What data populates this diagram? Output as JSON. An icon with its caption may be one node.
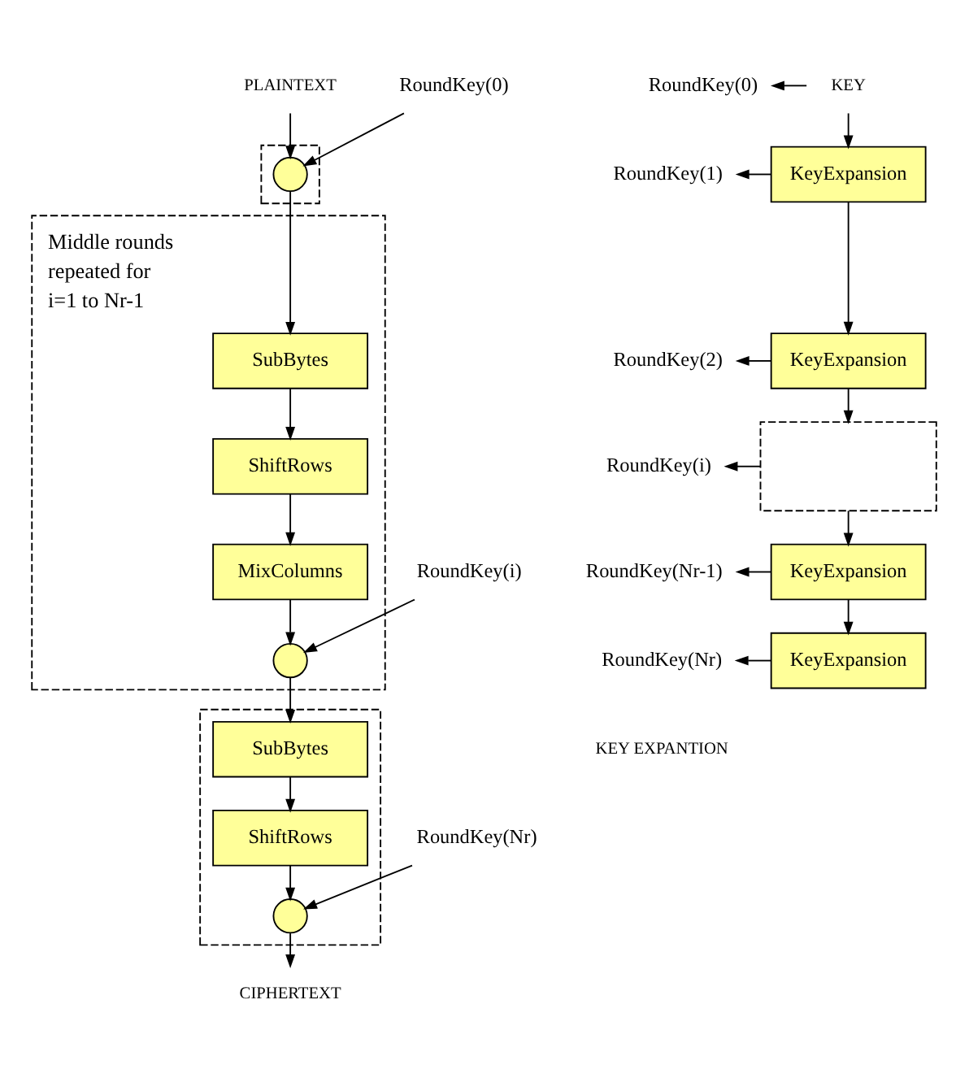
{
  "diagram": {
    "nodes": [
      {
        "text": [
          "PLAINTEXT"
        ]
      },
      {
        "text": [],
        "shape": "box"
      },
      {
        "text": [],
        "shape": "circle",
        "in": 1
      },
      {
        "text": [
          "RoundKey(0)"
        ]
      },
      {
        "text": [],
        "shape": "box",
        "beside": [
          "Middle rounds repeated for i=1 to Nr-1"
        ]
      },
      {
        "text": [
          "SubBytes"
        ],
        "in": 4
      },
      {
        "text": [
          "ShiftRows"
        ],
        "in": 4
      },
      {
        "text": [
          "MixColumns"
        ],
        "in": 4
      },
      {
        "text": [],
        "shape": "circle",
        "in": 4
      },
      {
        "text": [
          "RoundKey(i)"
        ]
      },
      {
        "text": [],
        "shape": "box"
      },
      {
        "text": [
          "SubBytes"
        ],
        "in": 10
      },
      {
        "text": [
          "ShiftRows"
        ],
        "in": 10
      },
      {
        "text": [],
        "shape": "circle",
        "in": 10
      },
      {
        "text": [
          "RoundKey(Nr)"
        ]
      },
      {
        "text": [
          "CIPHERTEXT"
        ]
      },
      {
        "text": [
          "KEY"
        ]
      },
      {
        "text": [
          "RoundKey(0)"
        ]
      },
      {
        "text": [
          "KeyExpansion"
        ]
      },
      {
        "text": [
          "RoundKey(1)"
        ]
      },
      {
        "text": [
          "KeyExpansion"
        ]
      },
      {
        "text": [
          "RoundKey(2)"
        ]
      },
      {
        "text": [],
        "shape": "box"
      },
      {
        "text": [
          "RoundKey(i)"
        ]
      },
      {
        "text": [
          "KeyExpansion"
        ]
      },
      {
        "text": [
          "RoundKey(Nr-1)"
        ]
      },
      {
        "text": [
          "KeyExpansion"
        ]
      },
      {
        "text": [
          "RoundKey(Nr)"
        ]
      }
    ],
    "edges": [
      {
        "from": 0,
        "to": 2,
        "arrow": "to"
      },
      {
        "from": 3,
        "to": 2,
        "arrow": "to"
      },
      {
        "from": 2,
        "to": 5,
        "arrow": "to"
      },
      {
        "from": 5,
        "to": 6,
        "arrow": "to"
      },
      {
        "from": 6,
        "to": 7,
        "arrow": "to"
      },
      {
        "from": 7,
        "to": 8,
        "arrow": "to"
      },
      {
        "from": 9,
        "to": 8,
        "arrow": "to"
      },
      {
        "from": 8,
        "to": 11,
        "arrow": "to"
      },
      {
        "from": 11,
        "to": 12,
        "arrow": "to"
      },
      {
        "from": 12,
        "to": 13,
        "arrow": "to"
      },
      {
        "from": 14,
        "to": 13,
        "arrow": "to"
      },
      {
        "from": 13,
        "to": 15,
        "arrow": "to"
      },
      {
        "from": 16,
        "to": 18,
        "arrow": "to"
      },
      {
        "from": 16,
        "to": 17,
        "arrow": "to"
      },
      {
        "from": 18,
        "to": 20,
        "arrow": "to"
      },
      {
        "from": 18,
        "to": 19,
        "arrow": "to"
      },
      {
        "from": 20,
        "to": 22,
        "arrow": "to"
      },
      {
        "from": 20,
        "to": 21,
        "arrow": "to"
      },
      {
        "from": 22,
        "to": 24,
        "arrow": "to"
      },
      {
        "from": 22,
        "to": 23,
        "arrow": "to"
      },
      {
        "from": 24,
        "to": 26,
        "arrow": "to"
      },
      {
        "from": 24,
        "to": 25,
        "arrow": "to"
      },
      {
        "from": 26,
        "to": 27,
        "arrow": "to"
      }
    ],
    "labels": [
      "KEY EXPANTION"
    ]
  }
}
